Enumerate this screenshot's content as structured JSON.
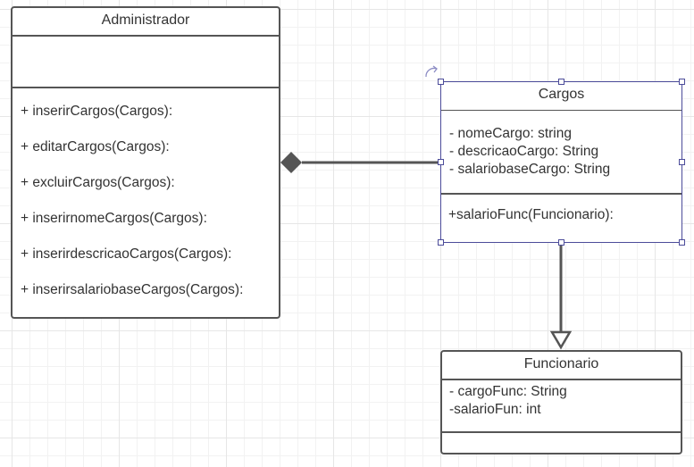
{
  "diagram": {
    "classes": {
      "administrador": {
        "name": "Administrador",
        "attributes": [],
        "operations": [
          "+ inserirCargos(Cargos):",
          "+ editarCargos(Cargos):",
          "+ excluirCargos(Cargos):",
          "+ inserirnomeCargos(Cargos):",
          "+ inserirdescricaoCargos(Cargos):",
          "+ inserirsalariobaseCargos(Cargos):"
        ]
      },
      "cargos": {
        "name": "Cargos",
        "selected": true,
        "attributes": [
          "- nomeCargo: string",
          "- descricaoCargo: String",
          "- salariobaseCargo: String"
        ],
        "operations": [
          "+salarioFunc(Funcionario):"
        ]
      },
      "funcionario": {
        "name": "Funcionario",
        "attributes": [
          "- cargoFunc: String",
          "-salarioFun: int"
        ],
        "operations": []
      }
    },
    "relationships": [
      {
        "from": "Administrador",
        "to": "Cargos",
        "type": "composition"
      },
      {
        "from": "Cargos",
        "to": "Funcionario",
        "type": "generalization"
      }
    ],
    "colors": {
      "class_border": "#555555",
      "selection": "#4c4c9a",
      "connector": "#555555",
      "text": "#333333",
      "grid": "#e6e6e6"
    },
    "icons": [
      "rotate-handle-icon",
      "composition-diamond-icon",
      "generalization-arrow-icon"
    ]
  }
}
